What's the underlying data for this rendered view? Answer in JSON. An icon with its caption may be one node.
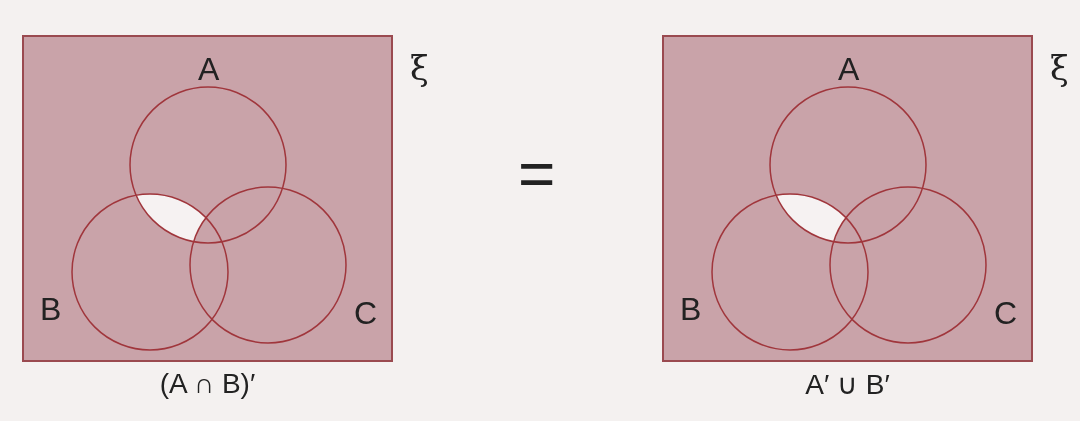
{
  "diagram": {
    "nodes": [
      {
        "text": [
          "(A ∩ B)′"
        ],
        "beside": [
          "ξ"
        ]
      },
      {
        "text": [
          "A"
        ],
        "in": 0
      },
      {
        "text": [
          "B"
        ],
        "in": 0
      },
      {
        "text": [
          "C"
        ],
        "in": 0
      },
      {
        "text": [
          "A′ ∪ B′"
        ],
        "beside": [
          "ξ"
        ]
      },
      {
        "text": [
          "A"
        ],
        "in": 4
      },
      {
        "text": [
          "B"
        ],
        "in": 4
      },
      {
        "text": [
          "C"
        ],
        "in": 4
      }
    ],
    "edges": [],
    "labels": [
      "="
    ]
  }
}
